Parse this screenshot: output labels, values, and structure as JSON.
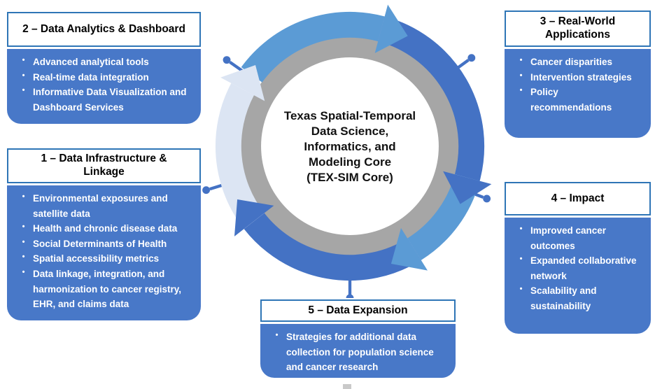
{
  "center": {
    "title": "Texas Spatial-Temporal\nData Science,\nInformatics, and\nModeling Core\n(TEX-SIM Core)"
  },
  "boxes": {
    "analytics": {
      "title": "2 – Data Analytics & Dashboard",
      "bullets": [
        "Advanced analytical tools",
        "Real-time data integration",
        "Informative Data Visualization and Dashboard Services"
      ]
    },
    "infrastructure": {
      "title": "1 – Data Infrastructure &\nLinkage",
      "bullets": [
        "Environmental exposures and satellite data",
        "Health and chronic disease data",
        "Social Determinants of Health",
        "Spatial accessibility metrics",
        "Data linkage, integration, and harmonization to cancer registry, EHR, and claims data"
      ]
    },
    "applications": {
      "title": "3 – Real-World\nApplications",
      "bullets": [
        "Cancer disparities",
        "Intervention strategies",
        "Policy recommendations"
      ]
    },
    "impact": {
      "title": "4 – Impact",
      "bullets": [
        "Improved cancer outcomes",
        "Expanded collaborative network",
        "Scalability and sustainability"
      ]
    },
    "expansion": {
      "title": "5 – Data Expansion",
      "bullets": [
        "Strategies for additional data collection for population science and cancer research"
      ]
    }
  },
  "palette": {
    "box_body_blue": "#4878C8",
    "header_border_blue": "#2E75B6",
    "arrow_dark_blue": "#4472C4",
    "arrow_medium_blue": "#5B9BD5",
    "arrow_pale_blue": "#DCE5F3",
    "ring_gray": "#A6A6A6",
    "connector_blue": "#4472C4",
    "header_text": "#000000",
    "bullet_text": "#FFFFFF"
  }
}
